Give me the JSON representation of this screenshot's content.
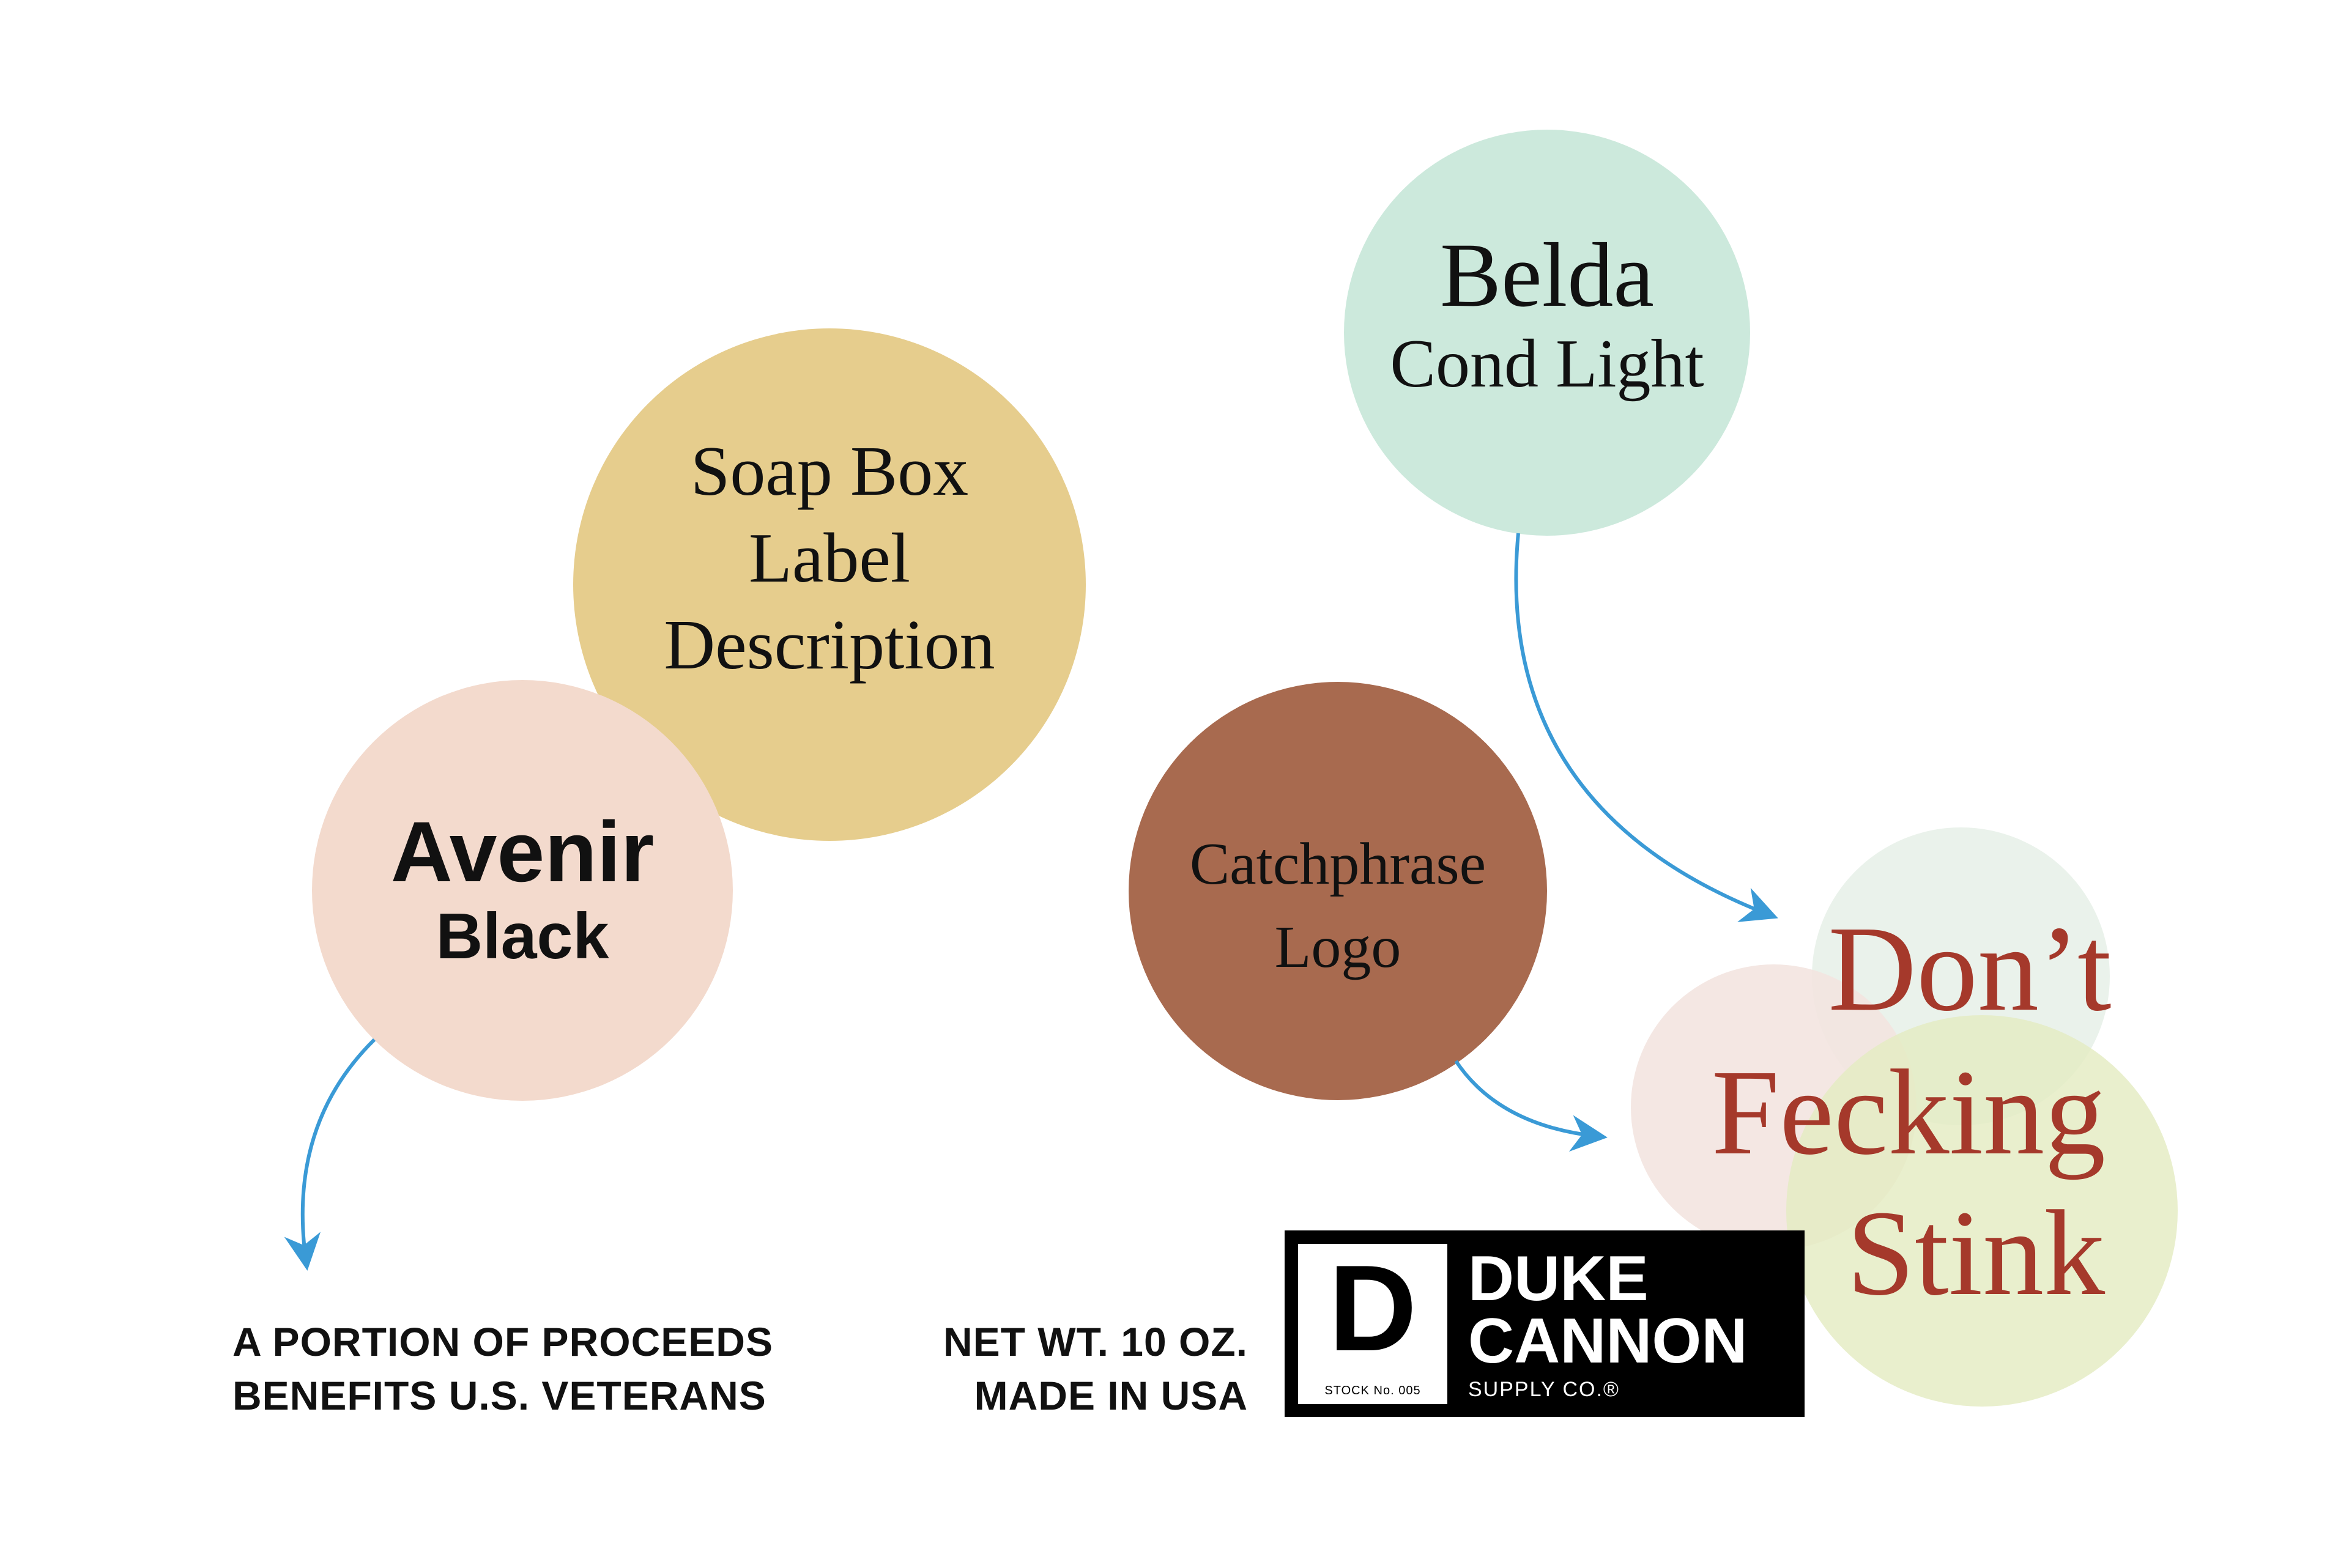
{
  "colors": {
    "avenir_circle": "#f3dacd",
    "soapbox_circle": "#e6cd8d",
    "belda_circle": "#cce9dc",
    "catchphrase_circle": "#a86a4f",
    "arrow": "#3a9ad6",
    "stink_text": "#a5392b",
    "stink_pink": "#f3e4e0",
    "stink_mint": "#e8f1e9",
    "stink_lime": "#e4ecc2"
  },
  "avenir": {
    "line1": "Avenir",
    "line2": "Black"
  },
  "soapbox": {
    "line1": "Soap Box",
    "line2": "Label",
    "line3": "Description"
  },
  "belda": {
    "line1": "Belda",
    "line2": "Cond Light"
  },
  "catchphrase": {
    "line1": "Catchphrase",
    "line2": "Logo"
  },
  "catchphrase_logo": {
    "line1": "Don’t",
    "line2": "Fecking",
    "line3": "Stink"
  },
  "caption_left": {
    "line1": "A PORTION OF PROCEEDS",
    "line2": "BENEFITS  U.S.  VETERANS"
  },
  "caption_mid": {
    "line1": "NET WT. 10 OZ.",
    "line2": "MADE IN USA"
  },
  "brand": {
    "letter": "D",
    "stock": "STOCK No. 005",
    "name1": "DUKE",
    "name2": "CANNON",
    "tagline": "SUPPLY CO.®"
  }
}
